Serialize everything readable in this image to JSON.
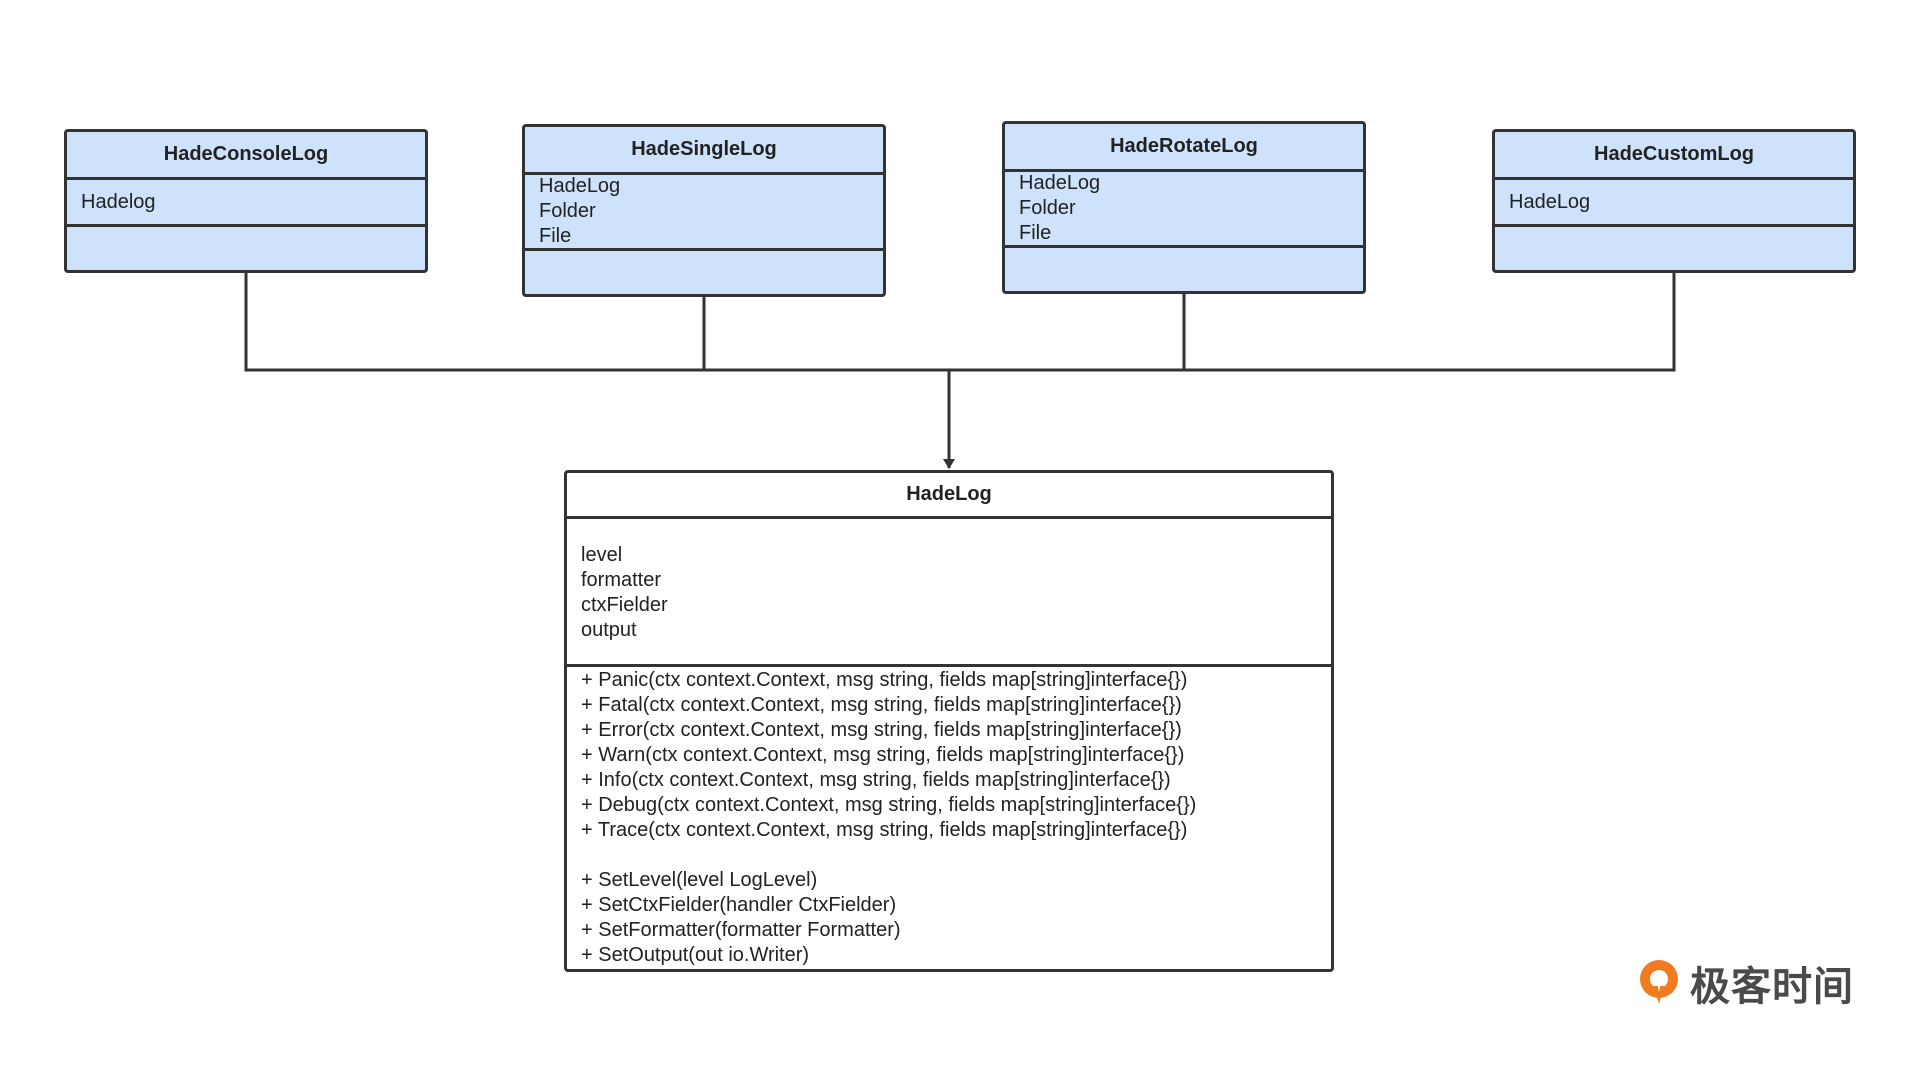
{
  "classes": {
    "console": {
      "name": "HadeConsoleLog",
      "attrs": [
        "Hadelog"
      ]
    },
    "single": {
      "name": "HadeSingleLog",
      "attrs": [
        "HadeLog",
        "Folder",
        "File"
      ]
    },
    "rotate": {
      "name": "HadeRotateLog",
      "attrs": [
        "HadeLog",
        "Folder",
        "File"
      ]
    },
    "custom": {
      "name": "HadeCustomLog",
      "attrs": [
        "HadeLog"
      ]
    }
  },
  "main": {
    "name": "HadeLog",
    "attrs": [
      "level",
      "formatter",
      "ctxFielder",
      "output"
    ],
    "methods": [
      "+ Panic(ctx context.Context, msg string, fields map[string]interface{})",
      "+ Fatal(ctx context.Context, msg string, fields map[string]interface{})",
      "+ Error(ctx context.Context, msg string, fields map[string]interface{})",
      "+ Warn(ctx context.Context, msg string, fields map[string]interface{})",
      "+ Info(ctx context.Context, msg string, fields map[string]interface{})",
      "+ Debug(ctx context.Context, msg string, fields map[string]interface{})",
      "+ Trace(ctx context.Context, msg string, fields map[string]interface{})"
    ],
    "setters": [
      "+ SetLevel(level LogLevel)",
      "+ SetCtxFielder(handler CtxFielder)",
      "+ SetFormatter(formatter Formatter)",
      "+ SetOutput(out io.Writer)"
    ]
  },
  "logo": {
    "text": "极客时间",
    "icon": "geektime-logo-icon",
    "color_primary": "#f07c22"
  },
  "colors": {
    "box_fill": "#cfe2fb",
    "line": "#333333",
    "main_fill": "#ffffff"
  }
}
